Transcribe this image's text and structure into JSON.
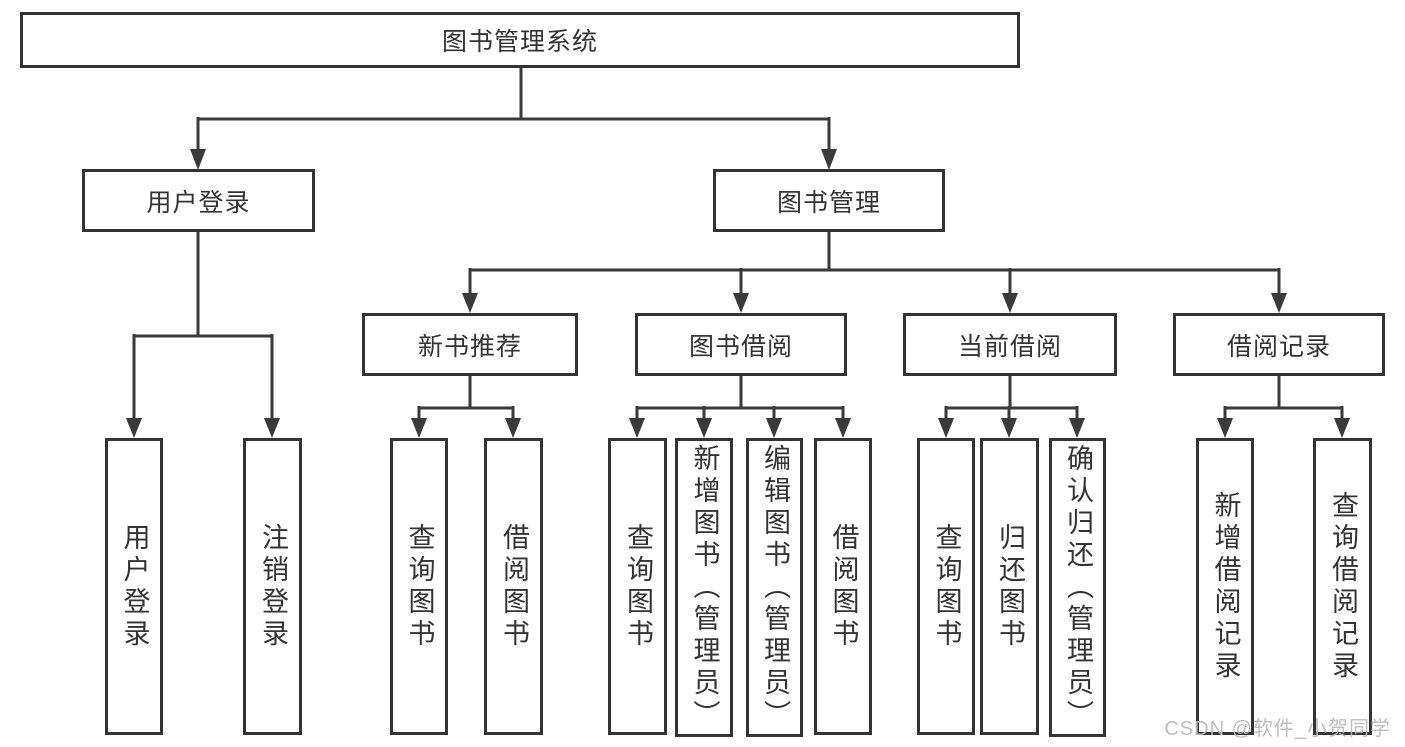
{
  "colors": {
    "line": "#3a3a3a",
    "box_border": "#333333",
    "background": "#ffffff",
    "watermark": "#bababa"
  },
  "tree": {
    "root": "图书管理系统",
    "children": [
      {
        "label": "用户登录",
        "children": [
          "用户登录",
          "注销登录"
        ]
      },
      {
        "label": "图书管理",
        "children": [
          {
            "label": "新书推荐",
            "children": [
              "查询图书",
              "借阅图书"
            ]
          },
          {
            "label": "图书借阅",
            "children": [
              "查询图书",
              "新增图书（管理员）",
              "编辑图书（管理员）",
              "借阅图书"
            ]
          },
          {
            "label": "当前借阅",
            "children": [
              "查询图书",
              "归还图书",
              "确认归还（管理员）"
            ]
          },
          {
            "label": "借阅记录",
            "children": [
              "新增借阅记录",
              "查询借阅记录"
            ]
          }
        ]
      }
    ]
  },
  "watermark": "CSDN @软件_小贺同学"
}
